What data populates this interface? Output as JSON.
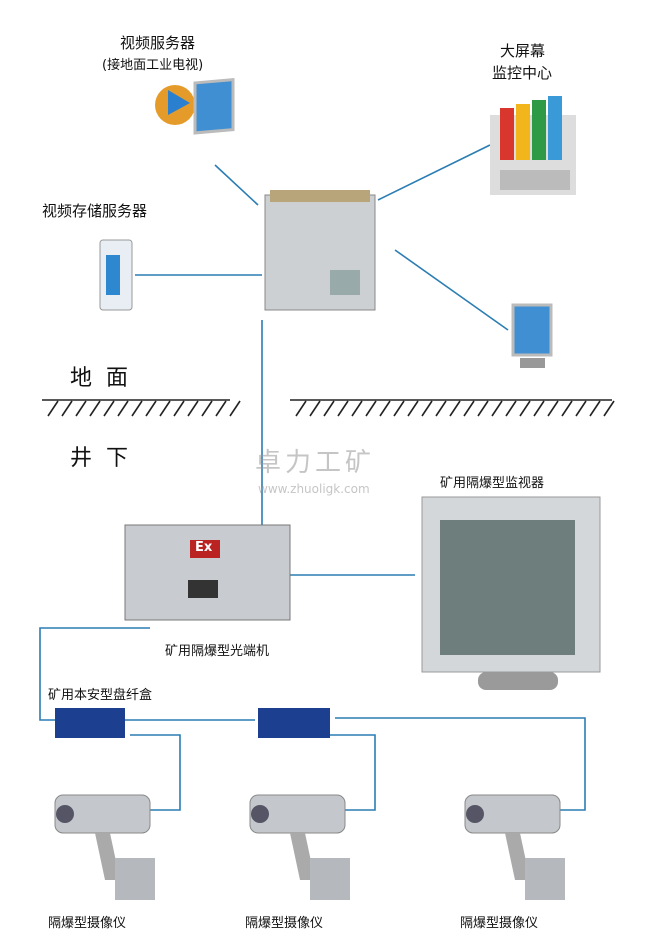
{
  "labels": {
    "video_server": "视频服务器",
    "video_server_sub": "(接地面工业电视)",
    "big_screen_1": "大屏幕",
    "big_screen_2": "监控中心",
    "storage_server": "视频存储服务器",
    "ground": "地面",
    "underground": "井下",
    "explosion_monitor": "矿用隔爆型监视器",
    "optical_terminal": "矿用隔爆型光端机",
    "splice_box": "矿用本安型盘纤盒",
    "camera_1": "隔爆型摄像仪",
    "camera_2": "隔爆型摄像仪",
    "camera_3": "隔爆型摄像仪",
    "ex_mark": "Ex"
  },
  "watermark": {
    "logo": "卓力工矿",
    "url": "www.zhuoligk.com"
  },
  "colors": {
    "link_line": "#2b7db3",
    "splice_box": "#1d3f8f",
    "steel": "#c9ccd0"
  }
}
